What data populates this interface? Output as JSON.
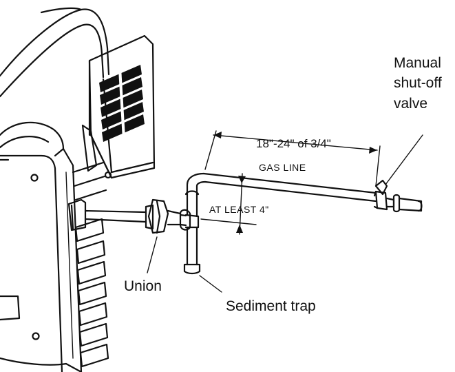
{
  "labels": {
    "valve_line1": "Manual",
    "valve_line2": "shut-off",
    "valve_line3": "valve",
    "length_dimension": "18\"-24\" of 3/4\"",
    "gas_line": "GAS LINE",
    "height_dimension": "AT LEAST 4\"",
    "union": "Union",
    "sediment_trap": "Sediment trap"
  },
  "colors": {
    "line": "#111111",
    "background": "#ffffff"
  }
}
